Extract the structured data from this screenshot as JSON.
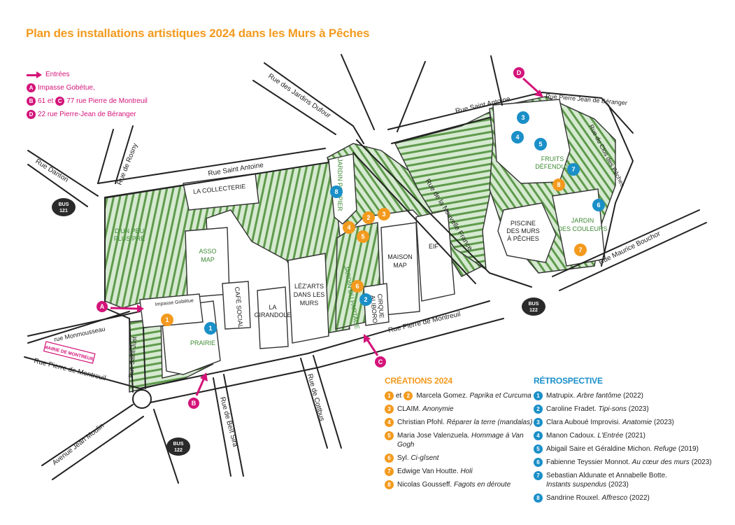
{
  "title": "Plan des installations artistiques 2024 dans les Murs à Pêches",
  "entrances": {
    "heading": "Entrées",
    "a_text": "Impasse Gobétue,",
    "b_mid": "61 et",
    "bc_text": "77 rue Pierre de Montreuil",
    "d_text": "22 rue Pierre-Jean de Béranger"
  },
  "entrance_letters": {
    "a": "A",
    "b": "B",
    "c": "C",
    "d": "D"
  },
  "streets": {
    "rue_danton": "Rue Danton",
    "rue_de_rosny": "Rue de Rosny",
    "rue_saint_antoine_1": "Rue Saint Antoine",
    "rue_saint_antoine_2": "Rue Saint Antoine",
    "rue_jardins_dufour": "Rue des Jardins Dufour",
    "rue_pierre_jean_de_beranger": "Rue Pierre Jean de Béranger",
    "rue_du_clos_des_pecheurs": "Rue du Clos des Pêches",
    "rue_nouvelle_france": "Rue de la Nouvelle France",
    "rue_maurice_bouchor": "Rue Maurice Bouchor",
    "rue_pierre_de_montreuil_1": "Rue Pierre de Montreuil",
    "rue_pierre_de_montreuil_2": "Rue Pierre de Montreuil",
    "rue_monmousseau": "rue Monmousseau",
    "rue_saint_just": "Rue Saint-Just",
    "rue_beit_sira": "Rue de Beït Sira",
    "rue_de_cottbus": "Rue de Cottbus",
    "avenue_jean_moulin": "Avenue Jean Moulin",
    "impasse_gobetue": "Impasse Gobétue"
  },
  "places": {
    "la_collecterie": "LA COLLECTERIE",
    "dun_peu_plus_pre": [
      "D'UN PEU",
      "PLUS PRÉ"
    ],
    "asso_map": [
      "ASSO",
      "MAP"
    ],
    "cafe_social": "CAFÉ SOCIAL",
    "la_girandole": [
      "LA",
      "GIRANDOLE"
    ],
    "lez_arts": [
      "LÉZ'ARTS",
      "DANS LES",
      "MURS"
    ],
    "jardin_poupier": "JARDIN POUPIER",
    "jardin_du_partage": "JARDIN DU PARTAGE",
    "maison_map": [
      "MAISON",
      "MAP"
    ],
    "cirque_aliboro": [
      "CIRQUE",
      "ALIBORO"
    ],
    "eif": "EIF",
    "piscine": [
      "PISCINE",
      "DES MURS",
      "À PÊCHES"
    ],
    "fruits_defendus": [
      "FRUITS",
      "DÉFENDUS"
    ],
    "jardin_des_couleurs": [
      "JARDIN",
      "DES COULEURS"
    ],
    "prairie": "PRAIRIE",
    "mairie": "MAIRIE DE MONTREUIL"
  },
  "bus": [
    {
      "line1": "BUS",
      "line2": "121"
    },
    {
      "line1": "BUS",
      "line2": "122"
    },
    {
      "line1": "BUS",
      "line2": "122"
    }
  ],
  "markers": {
    "orange": [
      "1",
      "2",
      "3",
      "4",
      "5",
      "6",
      "7",
      "8"
    ],
    "blue": [
      "1",
      "2",
      "3",
      "4",
      "5",
      "6",
      "7",
      "8"
    ]
  },
  "creations": {
    "heading": "CRÉATIONS 2024",
    "first_joiner": "et",
    "items": [
      {
        "nums": [
          "1",
          "2"
        ],
        "name": "Marcela Gomez.",
        "work": "Paprika et Curcuma"
      },
      {
        "nums": [
          "3"
        ],
        "name": "CLAIM.",
        "work": "Anonymie"
      },
      {
        "nums": [
          "4"
        ],
        "name": "Christian Pfohl.",
        "work": "Réparer la terre (mandalas)"
      },
      {
        "nums": [
          "5"
        ],
        "name": "Maria Jose Valenzuela.",
        "work": "Hommage à Van Gogh"
      },
      {
        "nums": [
          "6"
        ],
        "name": "Syl.",
        "work": "Ci-gîsent"
      },
      {
        "nums": [
          "7"
        ],
        "name": "Edwige Van Houtte.",
        "work": "Holi"
      },
      {
        "nums": [
          "8"
        ],
        "name": "Nicolas Gousseff.",
        "work": "Fagots en déroute"
      }
    ]
  },
  "retrospective": {
    "heading": "RÉTROSPECTIVE",
    "items": [
      {
        "num": "1",
        "name": "Matrupix.",
        "work": "Arbre fantôme",
        "year": "(2022)"
      },
      {
        "num": "2",
        "name": "Caroline Fradet.",
        "work": "Tipi-sons",
        "year": "(2023)"
      },
      {
        "num": "3",
        "name": "Clara Auboué Improvisi.",
        "work": "Anatomie",
        "year": "(2023)"
      },
      {
        "num": "4",
        "name": "Manon Cadoux.",
        "work": "L'Entrée",
        "year": "(2021)"
      },
      {
        "num": "5",
        "name": "Abigail Saire et Géraldine Michon.",
        "work": "Refuge",
        "year": "(2019)"
      },
      {
        "num": "6",
        "name": "Fabienne Teyssier Monnot.",
        "work": "Au cœur des murs",
        "year": "(2023)"
      },
      {
        "num": "7",
        "name": "Sebastian Aldunate et Annabelle Botte.",
        "work": "Instants suspendus",
        "year": "(2023)"
      },
      {
        "num": "8",
        "name": "Sandrine Rouxel.",
        "work": "Affresco",
        "year": "(2022)"
      }
    ]
  },
  "colors": {
    "orange": "#f39a1e",
    "blue": "#1a8fc8",
    "pink": "#d4147a",
    "green": "#5a9e4a",
    "garden": "#cfe6c4",
    "wall": "#4e8e3c",
    "road": "#ffffff",
    "bus": "#2a2a2a"
  }
}
